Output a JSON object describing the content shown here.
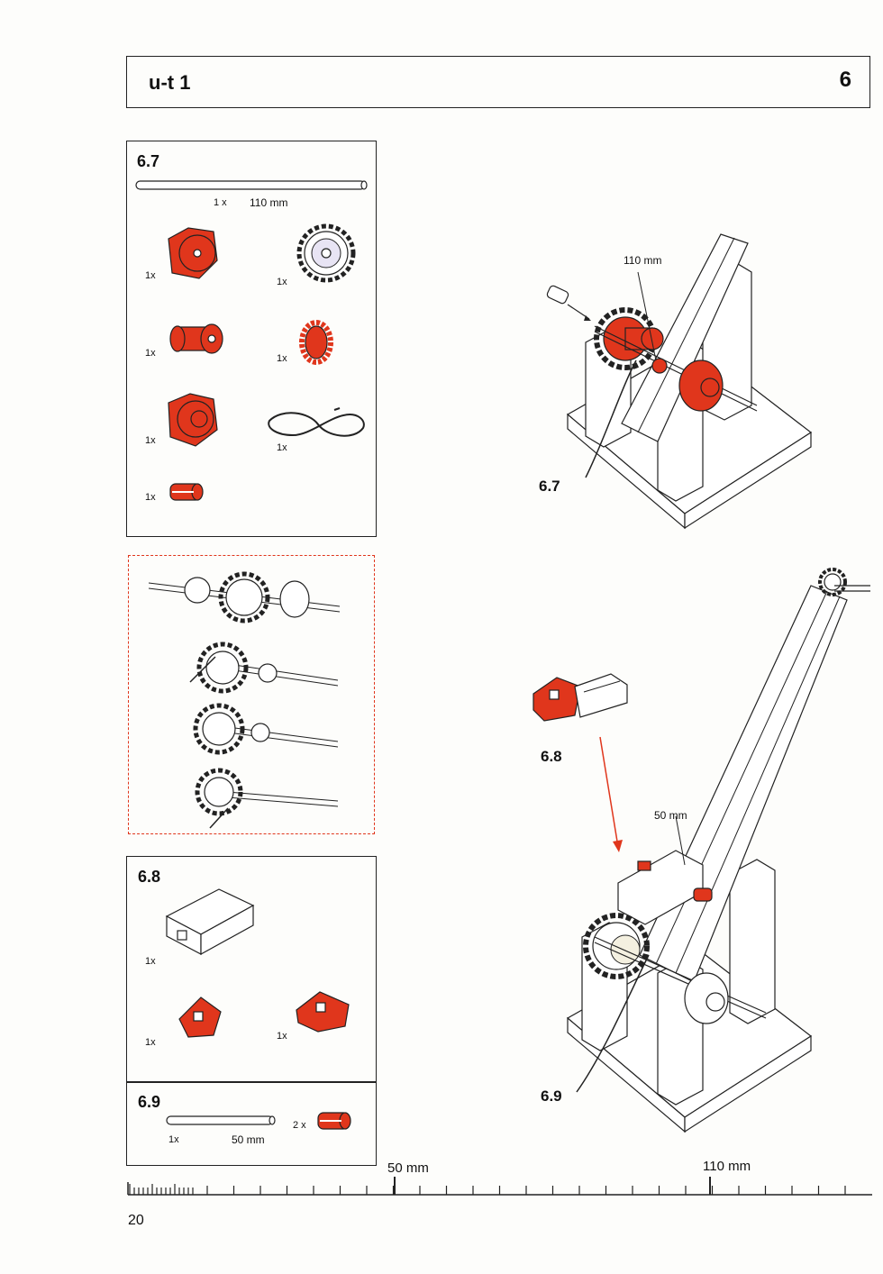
{
  "header": {
    "title": "u-t 1",
    "page_number": "6"
  },
  "step_67": {
    "label": "6.7",
    "axle_qty": "1 x",
    "axle_length": "110 mm",
    "parts": [
      {
        "qty": "1x",
        "icon": "red-hub-nut-icon"
      },
      {
        "qty": "1x",
        "icon": "gear-wheel-icon"
      },
      {
        "qty": "1x",
        "icon": "red-coupling-icon"
      },
      {
        "qty": "1x",
        "icon": "red-small-gear-icon"
      },
      {
        "qty": "1x",
        "icon": "red-hub-icon"
      },
      {
        "qty": "1x",
        "icon": "rubber-band-icon"
      },
      {
        "qty": "1x",
        "icon": "red-clip-icon"
      }
    ]
  },
  "step_68": {
    "label": "6.8",
    "parts": [
      {
        "qty": "1x",
        "icon": "building-block-icon"
      },
      {
        "qty": "1x",
        "icon": "red-angle-block-icon"
      },
      {
        "qty": "1x",
        "icon": "red-angle-block-icon"
      }
    ]
  },
  "step_69": {
    "label": "6.9",
    "axle_qty": "1x",
    "axle_length": "50 mm",
    "clip_qty": "2 x"
  },
  "illustration_top": {
    "label": "6.7",
    "callout": "110 mm"
  },
  "illustration_bottom": {
    "label_68": "6.8",
    "label_69": "6.9",
    "callout": "50 mm"
  },
  "ruler": {
    "label_50": "50 mm",
    "label_110": "110 mm"
  },
  "page_footer": {
    "page_number": "20"
  },
  "colors": {
    "accent_red": "#e0361c",
    "dash_red": "#e0361c"
  }
}
